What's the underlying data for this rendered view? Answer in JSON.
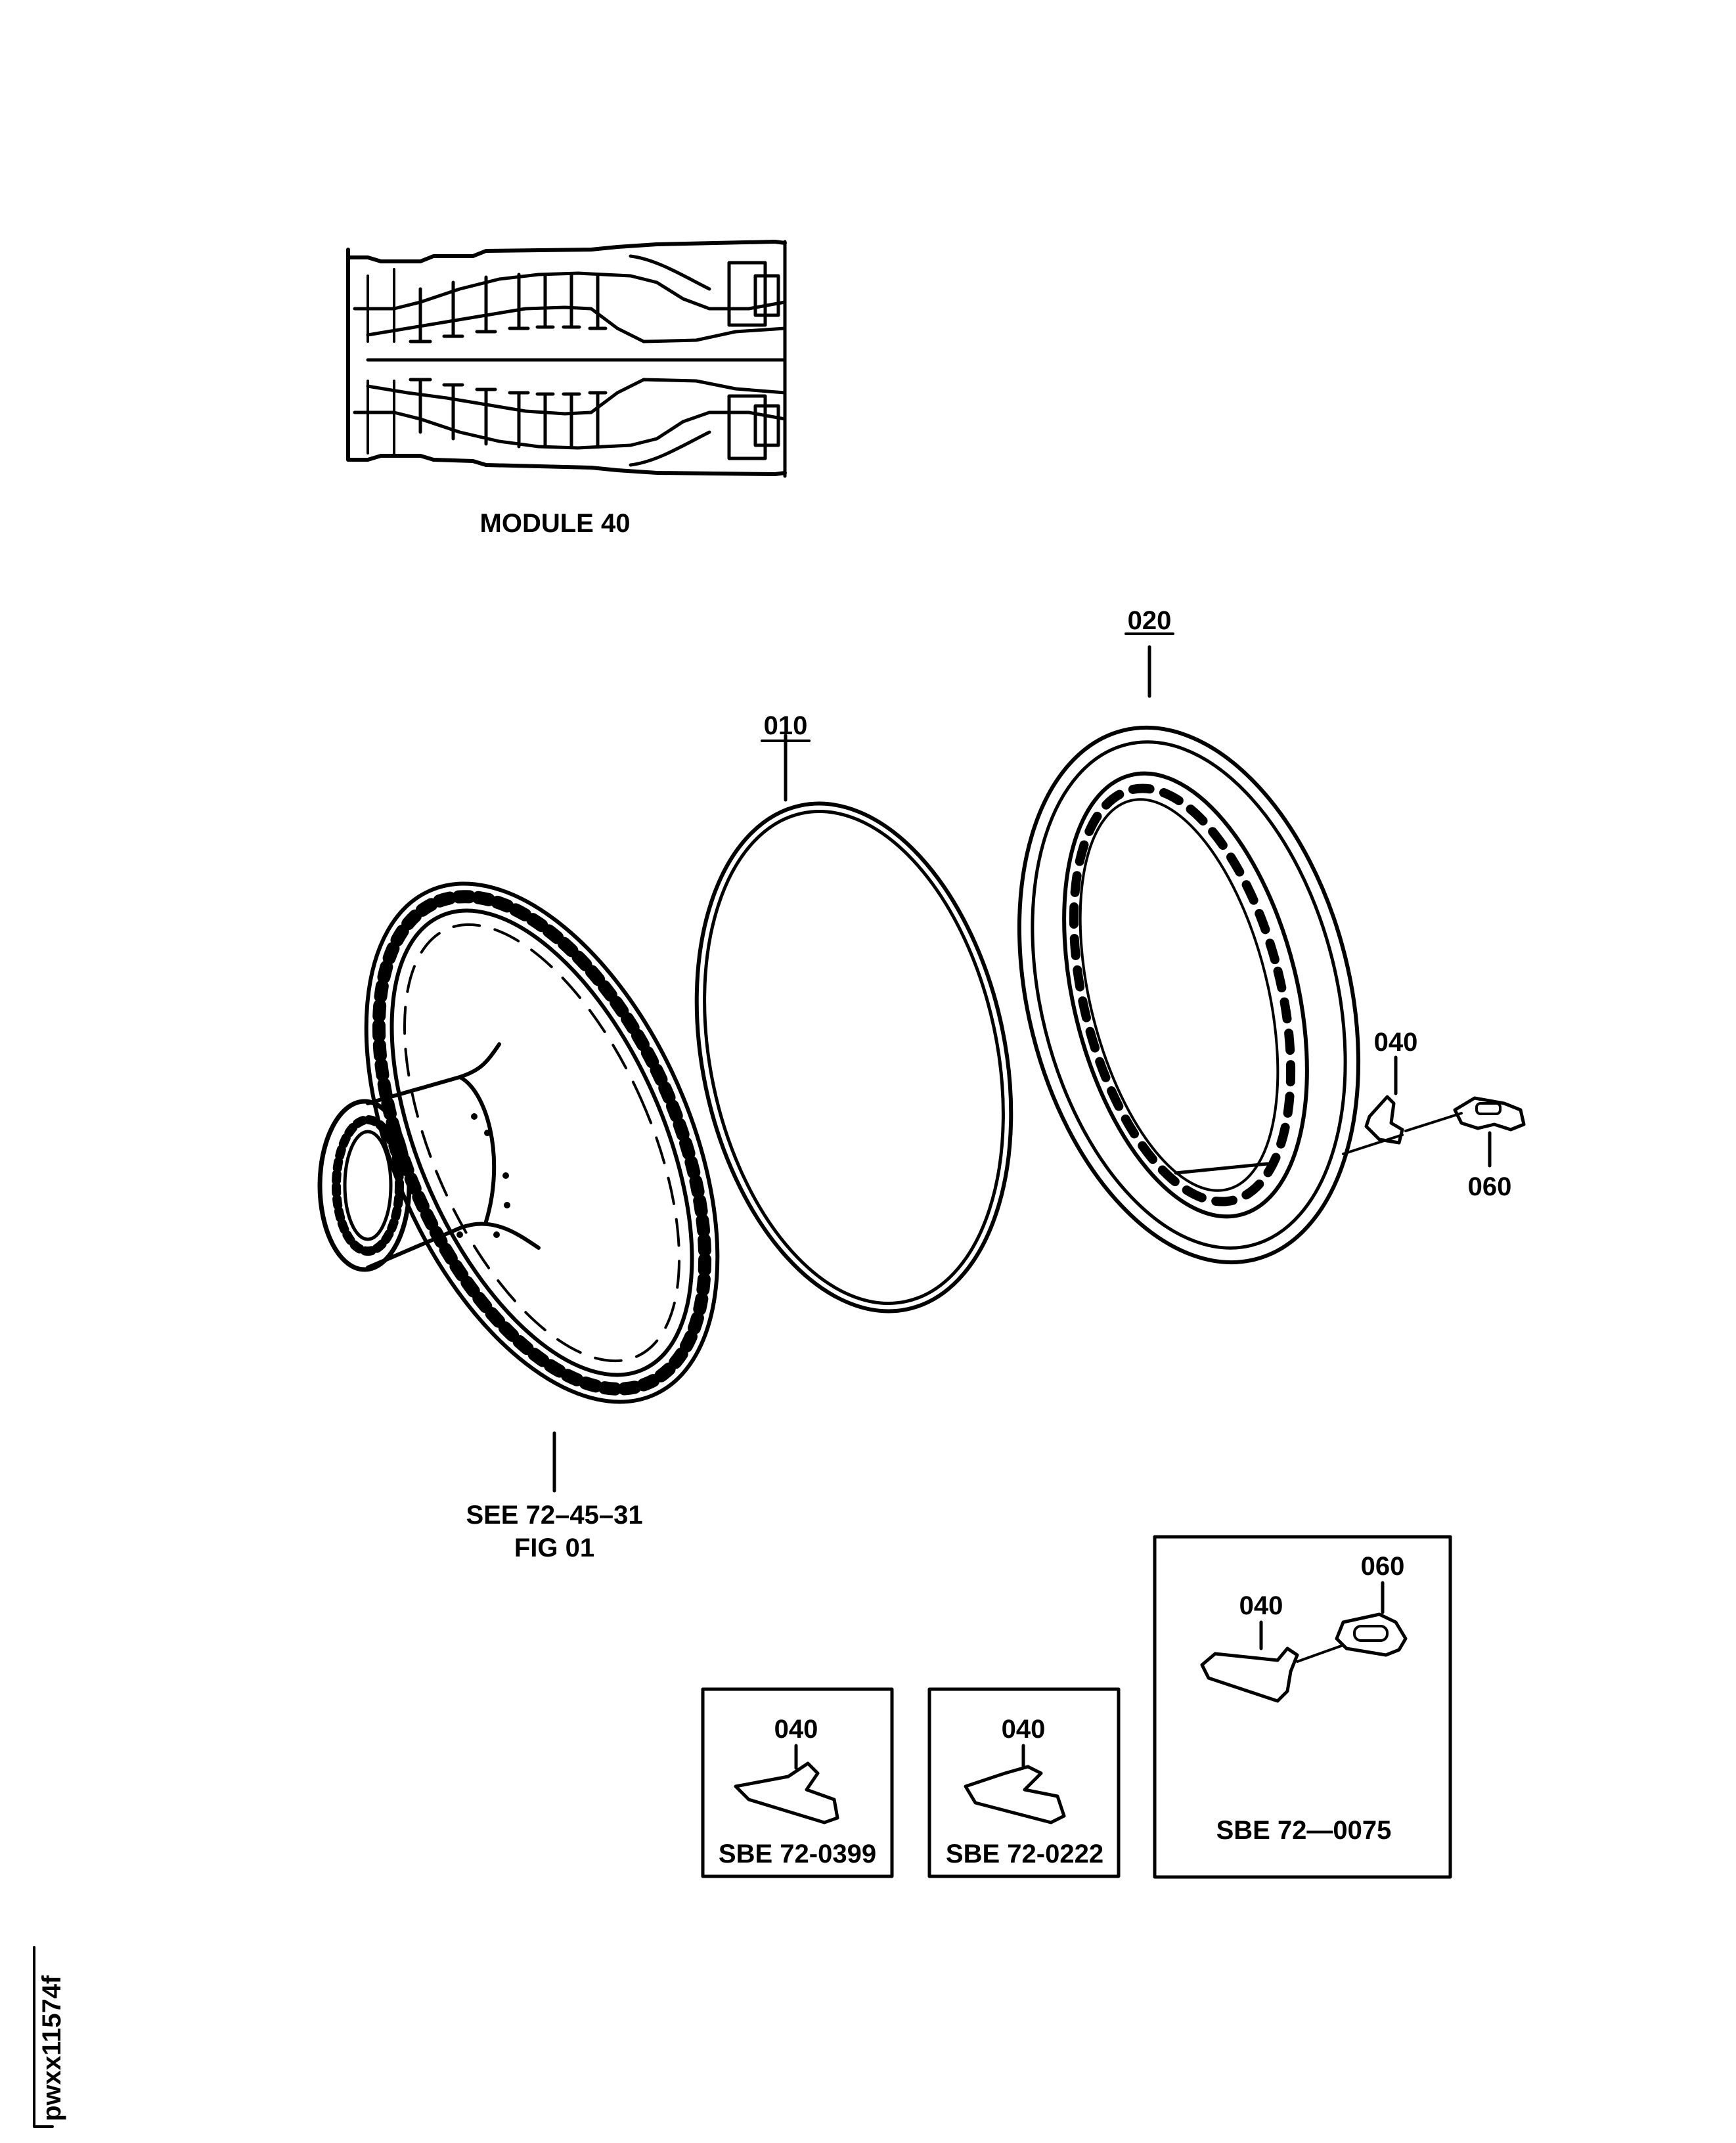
{
  "module_view": {
    "caption": "MODULE 40"
  },
  "callouts": {
    "item_010": "010",
    "item_020": "020",
    "item_040": "040",
    "item_060": "060"
  },
  "reference": {
    "line1": "SEE 72–45–31",
    "line2": "FIG 01"
  },
  "insets": [
    {
      "items": [
        "040"
      ],
      "caption": "SBE 72-0399"
    },
    {
      "items": [
        "040"
      ],
      "caption": "SBE 72-0222"
    },
    {
      "items": [
        "040",
        "060"
      ],
      "caption": "SBE 72—0075"
    }
  ],
  "drawing_id": "pwxx11574f"
}
